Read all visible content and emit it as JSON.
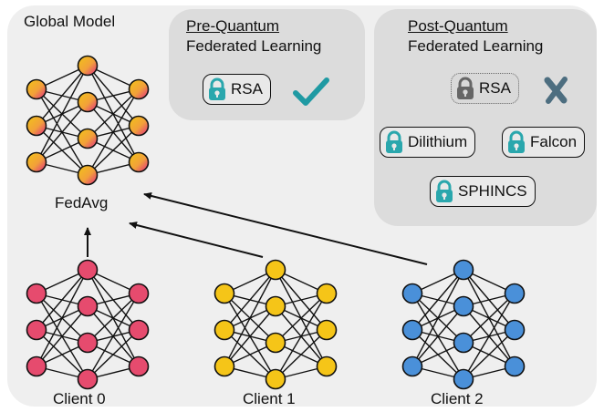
{
  "global_model": {
    "title": "Global Model",
    "aggregator_label": "FedAvg"
  },
  "clients": [
    {
      "label": "Client 0",
      "node_color": "#e64b6e"
    },
    {
      "label": "Client 1",
      "node_color": "#f5c518"
    },
    {
      "label": "Client 2",
      "node_color": "#4a90d9"
    }
  ],
  "pre_quantum": {
    "title_line1": "Pre-Quantum",
    "title_line2": "Federated Learning",
    "algorithms": [
      {
        "name": "RSA",
        "status": "secure",
        "icon": "check-icon"
      }
    ]
  },
  "post_quantum": {
    "title_line1": "Post-Quantum",
    "title_line2": "Federated Learning",
    "broken": [
      {
        "name": "RSA",
        "status": "broken",
        "icon": "cross-icon"
      }
    ],
    "algorithms": [
      {
        "name": "Dilithium"
      },
      {
        "name": "Falcon"
      },
      {
        "name": "SPHINCS"
      }
    ]
  },
  "colors": {
    "background_panel": "#efefef",
    "inner_panel": "#dcdcdc",
    "lock_teal": "#2aa7ad",
    "lock_gray": "#666666",
    "check_teal": "#1f9aa3",
    "cross_slate": "#4d6e80",
    "global_gradient": [
      "#f2c418",
      "#e6506e",
      "#4caf50"
    ]
  }
}
